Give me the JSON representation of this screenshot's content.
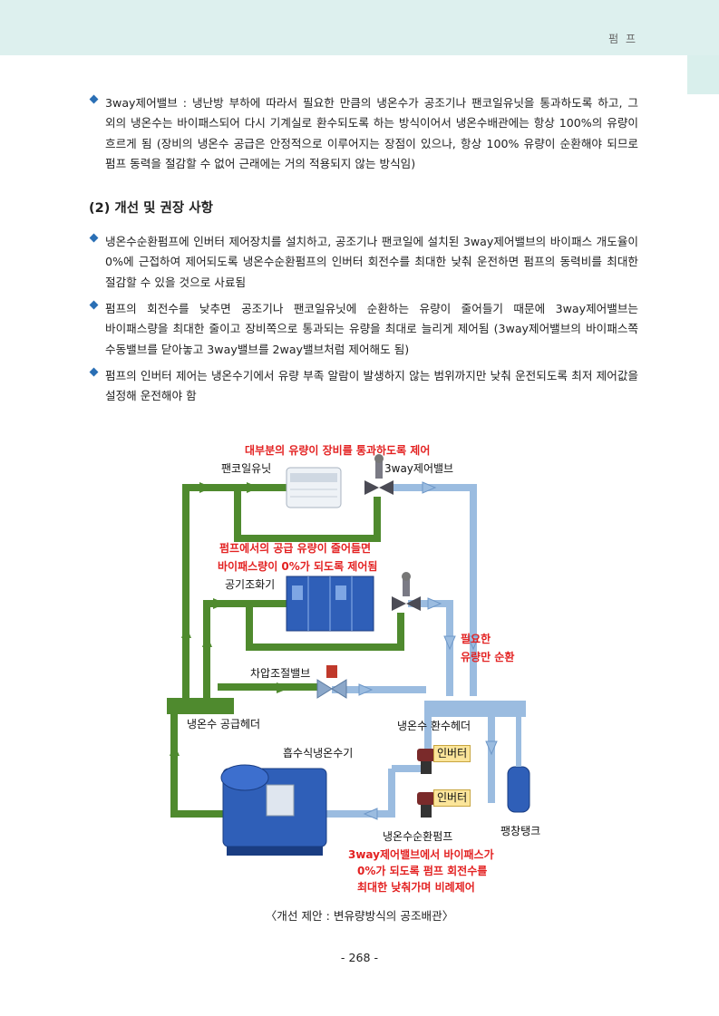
{
  "header": {
    "title": "펌 프"
  },
  "intro_bullet": {
    "text": "3way제어밸브 : 냉난방 부하에 따라서 필요한 만큼의 냉온수가 공조기나 팬코일유닛을 통과하도록 하고, 그 외의 냉온수는 바이패스되어 다시 기계실로 환수되도록 하는 방식이어서 냉온수배관에는 항상 100%의 유량이 흐르게 됨 (장비의 냉온수 공급은 안정적으로 이루어지는 장점이 있으나, 항상 100% 유량이 순환해야 되므로 펌프 동력을 절감할 수 없어 근래에는 거의 적용되지 않는 방식임)"
  },
  "section": {
    "heading": "(2) 개선 및 권장 사항",
    "bullets": [
      "냉온수순환펌프에 인버터 제어장치를 설치하고, 공조기나 팬코일에 설치된 3way제어밸브의 바이패스 개도율이 0%에 근접하여 제어되도록 냉온수순환펌프의 인버터 회전수를 최대한 낮춰 운전하면 펌프의 동력비를 최대한 절감할 수 있을 것으로 사료됨",
      "펌프의 회전수를 낮추면 공조기나 팬코일유닛에 순환하는 유량이 줄어들기 때문에 3way제어밸브는 바이패스량을 최대한 줄이고 장비쪽으로 통과되는 유량을 최대로 늘리게 제어됨 (3way제어밸브의 바이패스쪽 수동밸브를 닫아놓고 3way밸브를 2way밸브처럼 제어해도 됨)",
      "펌프의 인버터 제어는 냉온수기에서 유량 부족 알람이 발생하지 않는 범위까지만 낮춰 운전되도록 최저 제어값을 설정해 운전해야 함"
    ]
  },
  "diagram": {
    "label_top_red": "대부분의 유량이 장비를 통과하도록 제어",
    "label_fcu": "팬코일유닛",
    "label_3way": "3way제어밸브",
    "label_mid_red_1": "펌프에서의 공급 유량이 줄어들면",
    "label_mid_red_2": "바이패스량이 0%가 되도록 제어됨",
    "label_ahu": "공기조화기",
    "label_right_red_1": "필요한",
    "label_right_red_2": "유량만 순환",
    "label_dpv": "차압조절밸브",
    "label_supply_header": "냉온수 공급헤더",
    "label_return_header": "냉온수 환수헤더",
    "label_chiller": "흡수식냉온수기",
    "label_inverter_1": "인버터",
    "label_inverter_2": "인버터",
    "label_pump": "냉온수순환펌프",
    "label_tank": "팽창탱크",
    "label_bottom_red_1": "3way제어밸브에서 바이패스가",
    "label_bottom_red_2": "0%가 되도록 펌프 회전수를",
    "label_bottom_red_3": "최대한 낮춰가며 비례제어",
    "colors": {
      "supply": "#4f8a2e",
      "return": "#9bbce0",
      "highlight": "#e32222",
      "equipment": "#2f5fb8"
    }
  },
  "caption": "〈개선 제안 : 변유량방식의 공조배관〉",
  "page_number": "- 268 -"
}
